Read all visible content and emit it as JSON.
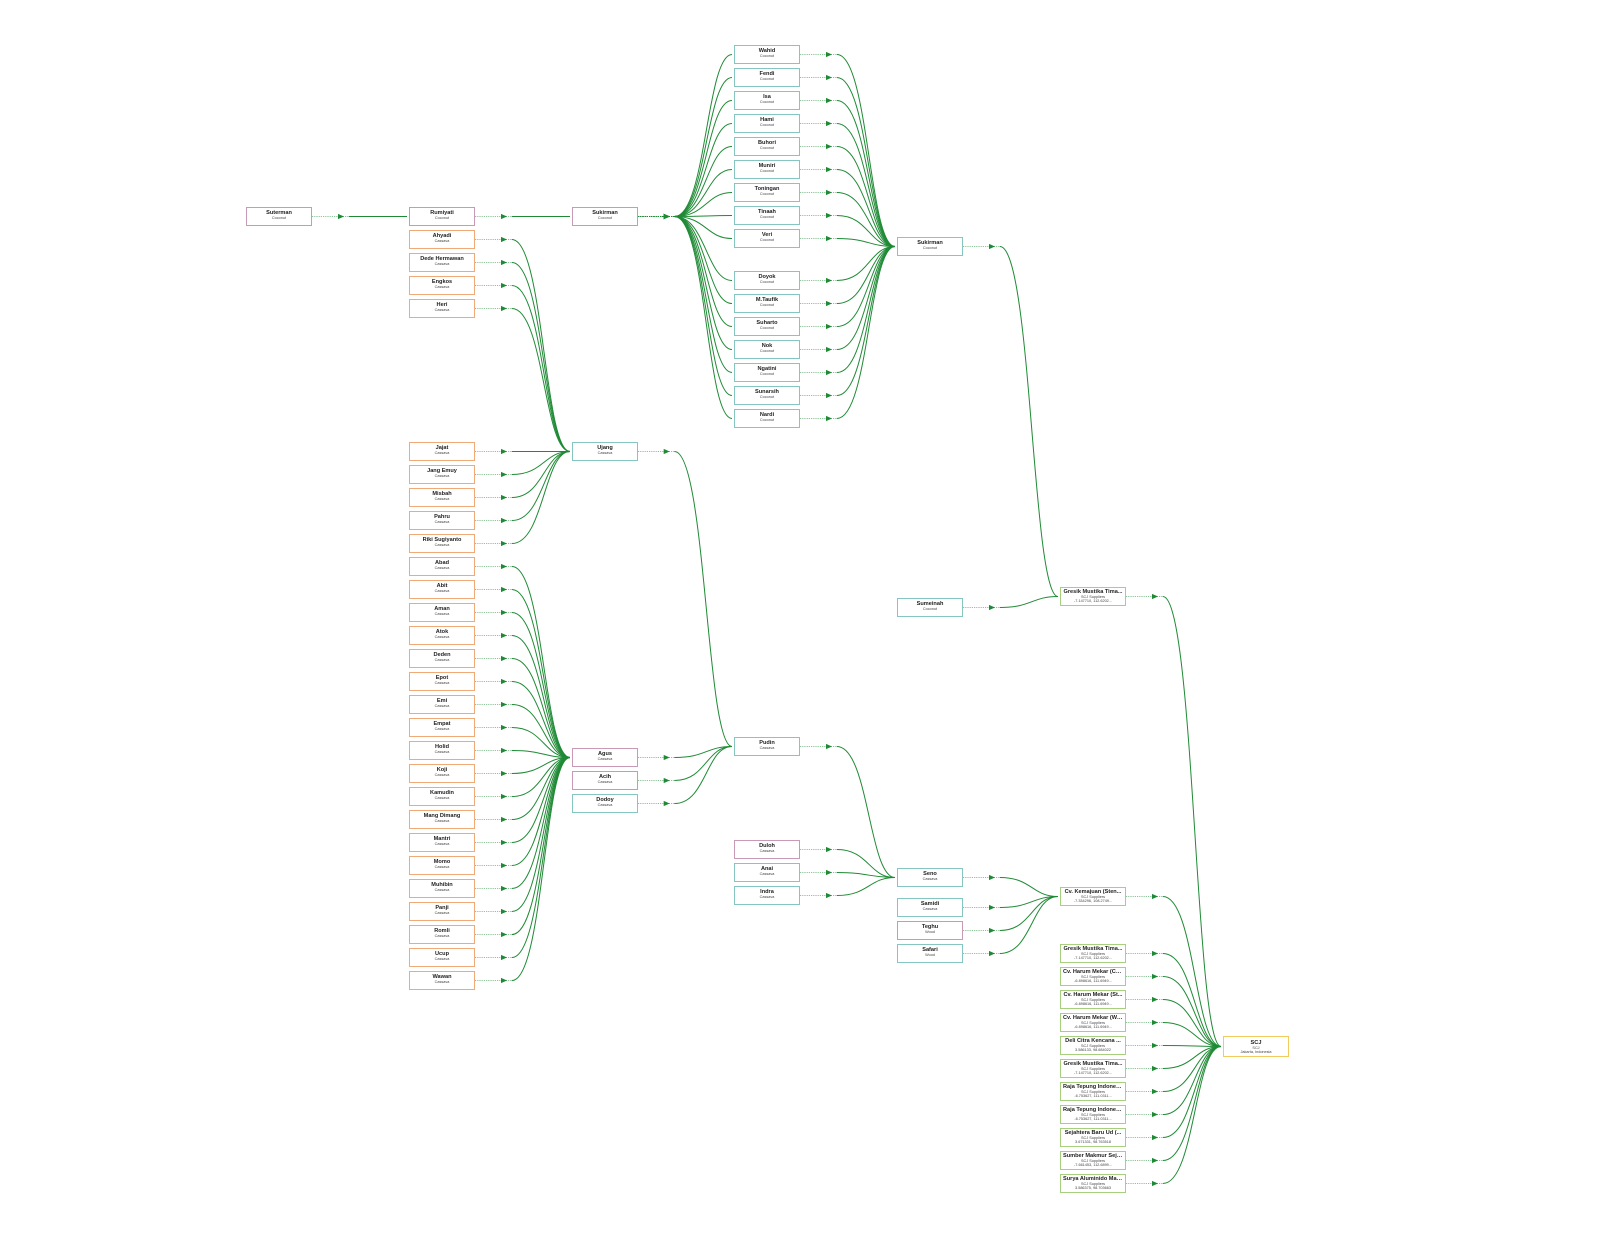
{
  "colors": {
    "edge": "#1f8a35",
    "coconut_border_pink": "#c99ab5",
    "cassava_border_orange": "#efaa78",
    "collector_border_teal": "#86c6c0",
    "supplier_border_green": "#a6cf7e",
    "scj_border_yellow": "#f1cb5e"
  },
  "nodes": [
    {
      "id": "suterman",
      "name": "Suterman",
      "lines": [
        "Coconut"
      ]
    },
    {
      "id": "rumiyati",
      "name": "Rumiyati",
      "lines": [
        "Coconut"
      ]
    },
    {
      "id": "sukirman1",
      "name": "Sukirman",
      "lines": [
        "Coconut"
      ]
    },
    {
      "id": "ahyadi",
      "name": "Ahyadi",
      "lines": [
        "Cassava"
      ]
    },
    {
      "id": "dede",
      "name": "Dede Hermawan",
      "lines": [
        "Cassava"
      ]
    },
    {
      "id": "engkos",
      "name": "Engkos",
      "lines": [
        "Cassava"
      ]
    },
    {
      "id": "heri",
      "name": "Heri",
      "lines": [
        "Cassava"
      ]
    },
    {
      "id": "jajat",
      "name": "Jajat",
      "lines": [
        "Cassava"
      ]
    },
    {
      "id": "jangemuy",
      "name": "Jang Emuy",
      "lines": [
        "Cassava"
      ]
    },
    {
      "id": "misbah",
      "name": "Misbah",
      "lines": [
        "Cassava"
      ]
    },
    {
      "id": "pahru",
      "name": "Pahru",
      "lines": [
        "Cassava"
      ]
    },
    {
      "id": "riki",
      "name": "Riki Sugiyanto",
      "lines": [
        "Cassava"
      ]
    },
    {
      "id": "abad",
      "name": "Abad",
      "lines": [
        "Cassava"
      ]
    },
    {
      "id": "abit",
      "name": "Abit",
      "lines": [
        "Cassava"
      ]
    },
    {
      "id": "aman",
      "name": "Aman",
      "lines": [
        "Cassava"
      ]
    },
    {
      "id": "atok",
      "name": "Atok",
      "lines": [
        "Cassava"
      ]
    },
    {
      "id": "deden",
      "name": "Deden",
      "lines": [
        "Cassava"
      ]
    },
    {
      "id": "epot",
      "name": "Epot",
      "lines": [
        "Cassava"
      ]
    },
    {
      "id": "emi",
      "name": "Emi",
      "lines": [
        "Cassava"
      ]
    },
    {
      "id": "empat",
      "name": "Empat",
      "lines": [
        "Cassava"
      ]
    },
    {
      "id": "holid",
      "name": "Holid",
      "lines": [
        "Cassava"
      ]
    },
    {
      "id": "koji",
      "name": "Koji",
      "lines": [
        "Cassava"
      ]
    },
    {
      "id": "kamudin",
      "name": "Kamudin",
      "lines": [
        "Cassava"
      ]
    },
    {
      "id": "mangdimang",
      "name": "Mang Dimang",
      "lines": [
        "Cassava"
      ]
    },
    {
      "id": "mantri",
      "name": "Mantri",
      "lines": [
        "Cassava"
      ]
    },
    {
      "id": "momo",
      "name": "Momo",
      "lines": [
        "Cassava"
      ]
    },
    {
      "id": "muhibin",
      "name": "Muhibin",
      "lines": [
        "Cassava"
      ]
    },
    {
      "id": "panji",
      "name": "Panji",
      "lines": [
        "Cassava"
      ]
    },
    {
      "id": "romli",
      "name": "Romli",
      "lines": [
        "Cassava"
      ]
    },
    {
      "id": "ucup",
      "name": "Ucup",
      "lines": [
        "Cassava"
      ]
    },
    {
      "id": "wawan",
      "name": "Wawan",
      "lines": [
        "Cassava"
      ]
    },
    {
      "id": "ujang",
      "name": "Ujang",
      "lines": [
        "Cassava"
      ]
    },
    {
      "id": "agus",
      "name": "Agus",
      "lines": [
        "Cassava"
      ]
    },
    {
      "id": "acih",
      "name": "Acih",
      "lines": [
        "Cassava"
      ]
    },
    {
      "id": "dodoy",
      "name": "Dodoy",
      "lines": [
        "Cassava"
      ]
    },
    {
      "id": "wahid",
      "name": "Wahid",
      "lines": [
        "Coconut"
      ]
    },
    {
      "id": "fendi",
      "name": "Fendi",
      "lines": [
        "Coconut"
      ]
    },
    {
      "id": "isa",
      "name": "Isa",
      "lines": [
        "Coconut"
      ]
    },
    {
      "id": "hami",
      "name": "Hami",
      "lines": [
        "Coconut"
      ]
    },
    {
      "id": "buhori",
      "name": "Buhori",
      "lines": [
        "Coconut"
      ]
    },
    {
      "id": "muniri",
      "name": "Muniri",
      "lines": [
        "Coconut"
      ]
    },
    {
      "id": "toningan",
      "name": "Toningan",
      "lines": [
        "Coconut"
      ]
    },
    {
      "id": "tinaah",
      "name": "Tinaah",
      "lines": [
        "Coconut"
      ]
    },
    {
      "id": "veri",
      "name": "Veri",
      "lines": [
        "Coconut"
      ]
    },
    {
      "id": "doyok",
      "name": "Doyok",
      "lines": [
        "Coconut"
      ]
    },
    {
      "id": "mtaufik",
      "name": "M.Taufik",
      "lines": [
        "Coconut"
      ]
    },
    {
      "id": "suharto",
      "name": "Suharto",
      "lines": [
        "Coconut"
      ]
    },
    {
      "id": "nok",
      "name": "Nok",
      "lines": [
        "Coconut"
      ]
    },
    {
      "id": "ngatini",
      "name": "Ngatini",
      "lines": [
        "Coconut"
      ]
    },
    {
      "id": "sunarsih",
      "name": "Sunarsih",
      "lines": [
        "Coconut"
      ]
    },
    {
      "id": "nardi",
      "name": "Nardi",
      "lines": [
        "Coconut"
      ]
    },
    {
      "id": "pudin",
      "name": "Pudin",
      "lines": [
        "Cassava"
      ]
    },
    {
      "id": "duloh",
      "name": "Duloh",
      "lines": [
        "Cassava"
      ]
    },
    {
      "id": "anai",
      "name": "Anai",
      "lines": [
        "Cassava"
      ]
    },
    {
      "id": "indra",
      "name": "Indra",
      "lines": [
        "Cassava"
      ]
    },
    {
      "id": "sukirman2",
      "name": "Sukirman",
      "lines": [
        "Coconut"
      ]
    },
    {
      "id": "sumeinah",
      "name": "Sumeinah",
      "lines": [
        "Coconut"
      ]
    },
    {
      "id": "seno",
      "name": "Seno",
      "lines": [
        "Cassava"
      ]
    },
    {
      "id": "samidi",
      "name": "Samidi",
      "lines": [
        "Cassava"
      ]
    },
    {
      "id": "teghu",
      "name": "Teghu",
      "lines": [
        "Wood"
      ]
    },
    {
      "id": "safari",
      "name": "Safari",
      "lines": [
        "Wood"
      ]
    },
    {
      "id": "gresik_top",
      "name": "Gresik Mustika Tima...",
      "lines": [
        "SCJ Suppliers",
        "-7.147710, 112.6202..."
      ]
    },
    {
      "id": "kemajuan",
      "name": "Cv. Kemajuan (Sten...",
      "lines": [
        "SCJ Suppliers",
        "-7.334296, 108.2749..."
      ]
    },
    {
      "id": "gresik_b1",
      "name": "Gresik Mustika Tima...",
      "lines": [
        "SCJ Suppliers",
        "-7.147710, 112.6202..."
      ]
    },
    {
      "id": "harum1",
      "name": "Cv. Harum Mekar (Co...",
      "lines": [
        "SCJ Suppliers",
        "-6.898616, 111.6949..."
      ]
    },
    {
      "id": "harum2",
      "name": "Cv. Harum Mekar (St...",
      "lines": [
        "SCJ Suppliers",
        "-6.898616, 111.6949..."
      ]
    },
    {
      "id": "harum3",
      "name": "Cv. Harum Mekar (Wo...",
      "lines": [
        "SCJ Suppliers",
        "-6.898616, 111.6949..."
      ]
    },
    {
      "id": "deli",
      "name": "Deli Citra Kencana ...",
      "lines": [
        "SCJ Suppliers",
        "3.586133, 98.684022"
      ]
    },
    {
      "id": "gresik_b2",
      "name": "Gresik Mustika Tima...",
      "lines": [
        "SCJ Suppliers",
        "-7.147710, 112.6202..."
      ]
    },
    {
      "id": "raja1",
      "name": "Raja Tepung Indones...",
      "lines": [
        "SCJ Suppliers",
        "-6.753627, 111.0311..."
      ]
    },
    {
      "id": "raja2",
      "name": "Raja Tepung Indones...",
      "lines": [
        "SCJ Suppliers",
        "-6.753627, 111.0311..."
      ]
    },
    {
      "id": "sejahtera",
      "name": "Sejahtera Baru Ud (...",
      "lines": [
        "SCJ Suppliers",
        "3.671331, 98.763518"
      ]
    },
    {
      "id": "sumber",
      "name": "Sumber Makmur Sejah...",
      "lines": [
        "SCJ Suppliers",
        "-7.661453, 112.6899..."
      ]
    },
    {
      "id": "surya",
      "name": "Surya Aluminido Makm...",
      "lines": [
        "SCJ Suppliers",
        "3.586375, 98.703663"
      ]
    },
    {
      "id": "scj",
      "name": "SCJ",
      "lines": [
        "SCJ",
        "Jakarta, Indonesia"
      ]
    }
  ],
  "edges": [
    [
      "suterman",
      "rumiyati"
    ],
    [
      "rumiyati",
      "sukirman1"
    ],
    [
      "sukirman1",
      "wahid"
    ],
    [
      "sukirman1",
      "fendi"
    ],
    [
      "sukirman1",
      "isa"
    ],
    [
      "sukirman1",
      "hami"
    ],
    [
      "sukirman1",
      "buhori"
    ],
    [
      "sukirman1",
      "muniri"
    ],
    [
      "sukirman1",
      "toningan"
    ],
    [
      "sukirman1",
      "tinaah"
    ],
    [
      "sukirman1",
      "veri"
    ],
    [
      "sukirman1",
      "doyok"
    ],
    [
      "sukirman1",
      "mtaufik"
    ],
    [
      "sukirman1",
      "suharto"
    ],
    [
      "sukirman1",
      "nok"
    ],
    [
      "sukirman1",
      "ngatini"
    ],
    [
      "sukirman1",
      "sunarsih"
    ],
    [
      "sukirman1",
      "nardi"
    ],
    [
      "wahid",
      "sukirman2"
    ],
    [
      "fendi",
      "sukirman2"
    ],
    [
      "isa",
      "sukirman2"
    ],
    [
      "hami",
      "sukirman2"
    ],
    [
      "buhori",
      "sukirman2"
    ],
    [
      "muniri",
      "sukirman2"
    ],
    [
      "toningan",
      "sukirman2"
    ],
    [
      "tinaah",
      "sukirman2"
    ],
    [
      "veri",
      "sukirman2"
    ],
    [
      "doyok",
      "sukirman2"
    ],
    [
      "mtaufik",
      "sukirman2"
    ],
    [
      "suharto",
      "sukirman2"
    ],
    [
      "nok",
      "sukirman2"
    ],
    [
      "ngatini",
      "sukirman2"
    ],
    [
      "sunarsih",
      "sukirman2"
    ],
    [
      "nardi",
      "sukirman2"
    ],
    [
      "sukirman2",
      "gresik_top"
    ],
    [
      "sumeinah",
      "gresik_top"
    ],
    [
      "gresik_top",
      "scj"
    ],
    [
      "ahyadi",
      "ujang"
    ],
    [
      "dede",
      "ujang"
    ],
    [
      "engkos",
      "ujang"
    ],
    [
      "heri",
      "ujang"
    ],
    [
      "jajat",
      "ujang"
    ],
    [
      "jangemuy",
      "ujang"
    ],
    [
      "misbah",
      "ujang"
    ],
    [
      "pahru",
      "ujang"
    ],
    [
      "riki",
      "ujang"
    ],
    [
      "abad",
      "agus"
    ],
    [
      "abit",
      "agus"
    ],
    [
      "aman",
      "agus"
    ],
    [
      "atok",
      "agus"
    ],
    [
      "deden",
      "agus"
    ],
    [
      "epot",
      "agus"
    ],
    [
      "emi",
      "agus"
    ],
    [
      "empat",
      "agus"
    ],
    [
      "holid",
      "agus"
    ],
    [
      "koji",
      "agus"
    ],
    [
      "kamudin",
      "agus"
    ],
    [
      "mangdimang",
      "agus"
    ],
    [
      "mantri",
      "agus"
    ],
    [
      "momo",
      "agus"
    ],
    [
      "muhibin",
      "agus"
    ],
    [
      "panji",
      "agus"
    ],
    [
      "romli",
      "agus"
    ],
    [
      "ucup",
      "agus"
    ],
    [
      "wawan",
      "agus"
    ],
    [
      "ujang",
      "pudin"
    ],
    [
      "agus",
      "pudin"
    ],
    [
      "acih",
      "pudin"
    ],
    [
      "dodoy",
      "pudin"
    ],
    [
      "pudin",
      "seno"
    ],
    [
      "duloh",
      "seno"
    ],
    [
      "anai",
      "seno"
    ],
    [
      "indra",
      "seno"
    ],
    [
      "seno",
      "kemajuan"
    ],
    [
      "samidi",
      "kemajuan"
    ],
    [
      "teghu",
      "kemajuan"
    ],
    [
      "safari",
      "kemajuan"
    ],
    [
      "kemajuan",
      "scj"
    ],
    [
      "gresik_b1",
      "scj"
    ],
    [
      "harum1",
      "scj"
    ],
    [
      "harum2",
      "scj"
    ],
    [
      "harum3",
      "scj"
    ],
    [
      "deli",
      "scj"
    ],
    [
      "gresik_b2",
      "scj"
    ],
    [
      "raja1",
      "scj"
    ],
    [
      "raja2",
      "scj"
    ],
    [
      "sejahtera",
      "scj"
    ],
    [
      "sumber",
      "scj"
    ],
    [
      "surya",
      "scj"
    ]
  ]
}
